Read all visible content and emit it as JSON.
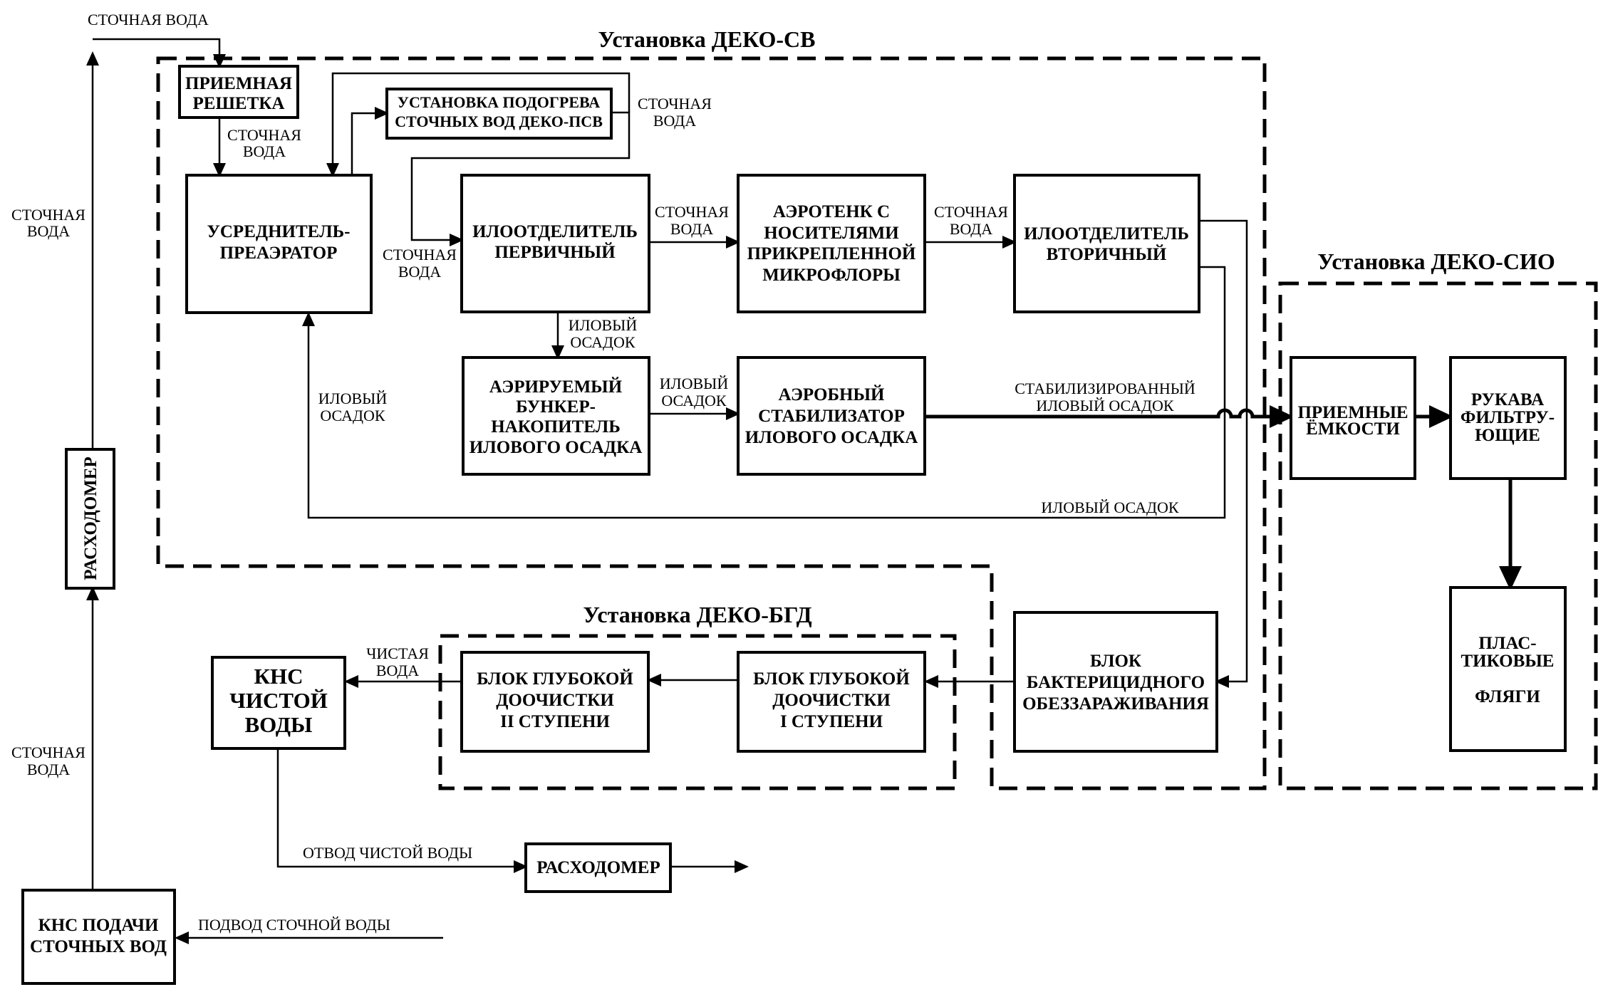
{
  "titles": {
    "deko_sv": "Установка ДЕКО-СВ",
    "deko_sio": "Установка ДЕКО-СИО",
    "deko_bgd": "Установка ДЕКО-БГД"
  },
  "blocks": {
    "priemnaya_reshetka": [
      "ПРИЕМНАЯ",
      "РЕШЕТКА"
    ],
    "podogrev": [
      "УСТАНОВКА ПОДОГРЕВА",
      "СТОЧНЫХ ВОД ДЕКО-ПСВ"
    ],
    "usrednitel": [
      "УСРЕДНИТЕЛЬ-",
      "ПРЕАЭРАТОР"
    ],
    "ilootdelitel_1": [
      "ИЛООТДЕЛИТЕЛЬ",
      "ПЕРВИЧНЫЙ"
    ],
    "aerotenk": [
      "АЭРОТЕНК С",
      "НОСИТЕЛЯМИ",
      "ПРИКРЕПЛЕННОЙ",
      "МИКРОФЛОРЫ"
    ],
    "ilootdelitel_2": [
      "ИЛООТДЕЛИТЕЛЬ",
      "ВТОРИЧНЫЙ"
    ],
    "bunker": [
      "АЭРИРУЕМЫЙ",
      "БУНКЕР-",
      "НАКОПИТЕЛЬ",
      "ИЛОВОГО ОСАДКА"
    ],
    "stabilizator": [
      "АЭРОБНЫЙ",
      "СТАБИЛИЗАТОР",
      "ИЛОВОГО ОСАДКА"
    ],
    "priemnye_emkosti": [
      "ПРИЕМНЫЕ",
      "ЁМКОСТИ"
    ],
    "rukava": [
      "РУКАВА",
      "ФИЛЬТРУ-",
      "ЮЩИЕ"
    ],
    "flyagi": [
      "ПЛАС-",
      "ТИКОВЫЕ",
      "",
      "ФЛЯГИ"
    ],
    "obezzarazhivanie": [
      "БЛОК",
      "БАКТЕРИЦИДНОГО",
      "ОБЕЗЗАРАЖИВАНИЯ"
    ],
    "doochistka_1": [
      "БЛОК ГЛУБОКОЙ",
      "ДООЧИСТКИ",
      "I  СТУПЕНИ"
    ],
    "doochistka_2": [
      "БЛОК ГЛУБОКОЙ",
      "ДООЧИСТКИ",
      "II  СТУПЕНИ"
    ],
    "kns_chistoy": [
      "КНС",
      "ЧИСТОЙ",
      "ВОДЫ"
    ],
    "kns_podachi": [
      "КНС ПОДАЧИ",
      "СТОЧНЫХ ВОД"
    ],
    "raskhodomer_vertical": "РАСХОДОМЕР",
    "raskhodomer_out": "РАСХОДОМЕР"
  },
  "labels": {
    "stochnaya_voda_top": "СТОЧНАЯ ВОДА",
    "stochnaya_voda_left_upper": [
      "СТОЧНАЯ",
      "ВОДА"
    ],
    "stochnaya_voda_left_lower": [
      "СТОЧНАЯ",
      "ВОДА"
    ],
    "stochnaya_voda_reshetka": [
      "СТОЧНАЯ",
      "ВОДА"
    ],
    "stochnaya_voda_podogrev": [
      "СТОЧНАЯ",
      "ВОДА"
    ],
    "stochnaya_voda_in_ilo1": [
      "СТОЧНАЯ",
      "ВОДА"
    ],
    "stochnaya_voda_ilo1_aero": [
      "СТОЧНАЯ",
      "ВОДА"
    ],
    "stochnaya_voda_aero_ilo2": [
      "СТОЧНАЯ",
      "ВОДА"
    ],
    "ilovy_osadok_ilo1": [
      "ИЛОВЫЙ",
      "ОСАДОК"
    ],
    "ilovy_osadok_bunker": [
      "ИЛОВЫЙ",
      "ОСАДОК"
    ],
    "ilovy_osadok_return": [
      "ИЛОВЫЙ",
      "ОСАДОК"
    ],
    "ilovy_osadok_bottom": "ИЛОВЫЙ ОСАДОК",
    "stabil_osadok": [
      "СТАБИЛИЗИРОВАННЫЙ",
      "ИЛОВЫЙ ОСАДОК"
    ],
    "chistaya_voda": [
      "ЧИСТАЯ",
      "ВОДА"
    ],
    "otvod": "ОТВОД ЧИСТОЙ ВОДЫ",
    "podvod": "ПОДВОД СТОЧНОЙ ВОДЫ"
  }
}
